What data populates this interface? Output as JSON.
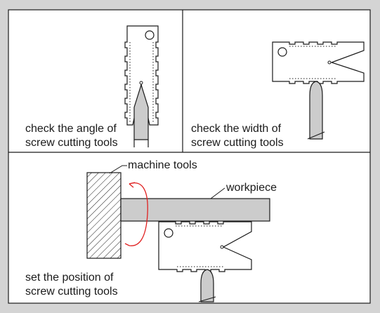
{
  "colors": {
    "background": "#d4d4d4",
    "panel": "#ffffff",
    "ink": "#1a1a1a",
    "tool_fill": "#cccccc",
    "rotation_arrow": "#e02020"
  },
  "panels": {
    "top_left": {
      "caption_line1": "check the angle of",
      "caption_line2": "screw cutting tools"
    },
    "top_right": {
      "caption_line1": "check the width of",
      "caption_line2": "screw cutting tools"
    },
    "bottom": {
      "label_machine_tools": "machine tools",
      "label_workpiece": "workpiece",
      "caption_line1": "set the position of",
      "caption_line2": "screw cutting tools"
    }
  }
}
